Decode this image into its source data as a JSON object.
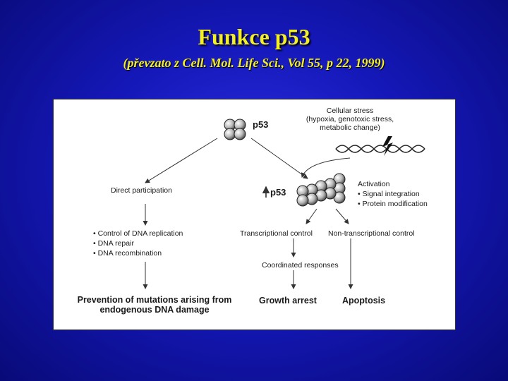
{
  "slide": {
    "title": "Funkce p53",
    "subtitle": "(převzato z  Cell. Mol. Life Sci., Vol 55, p 22, 1999)"
  },
  "diagram": {
    "p53_top": "p53",
    "p53_active": "p53",
    "cellular_stress": [
      "Cellular stress",
      "(hypoxia, genotoxic stress,",
      "metabolic change)"
    ],
    "activation": {
      "title": "Activation",
      "items": [
        "Signal integration",
        "Protein modification"
      ]
    },
    "direct_participation": "Direct participation",
    "dna_functions": [
      "Control of  DNA replication",
      "DNA repair",
      "DNA recombination"
    ],
    "transcriptional_control": "Transcriptional control",
    "non_transcriptional_control": "Non-transcriptional control",
    "coordinated_responses": "Coordinated responses",
    "prevention": [
      "Prevention of mutations arising from",
      "endogenous DNA damage"
    ],
    "growth_arrest": "Growth arrest",
    "apoptosis": "Apoptosis"
  },
  "colors": {
    "title_yellow": "#f2ef2a",
    "background_blue": "#1518b8"
  }
}
